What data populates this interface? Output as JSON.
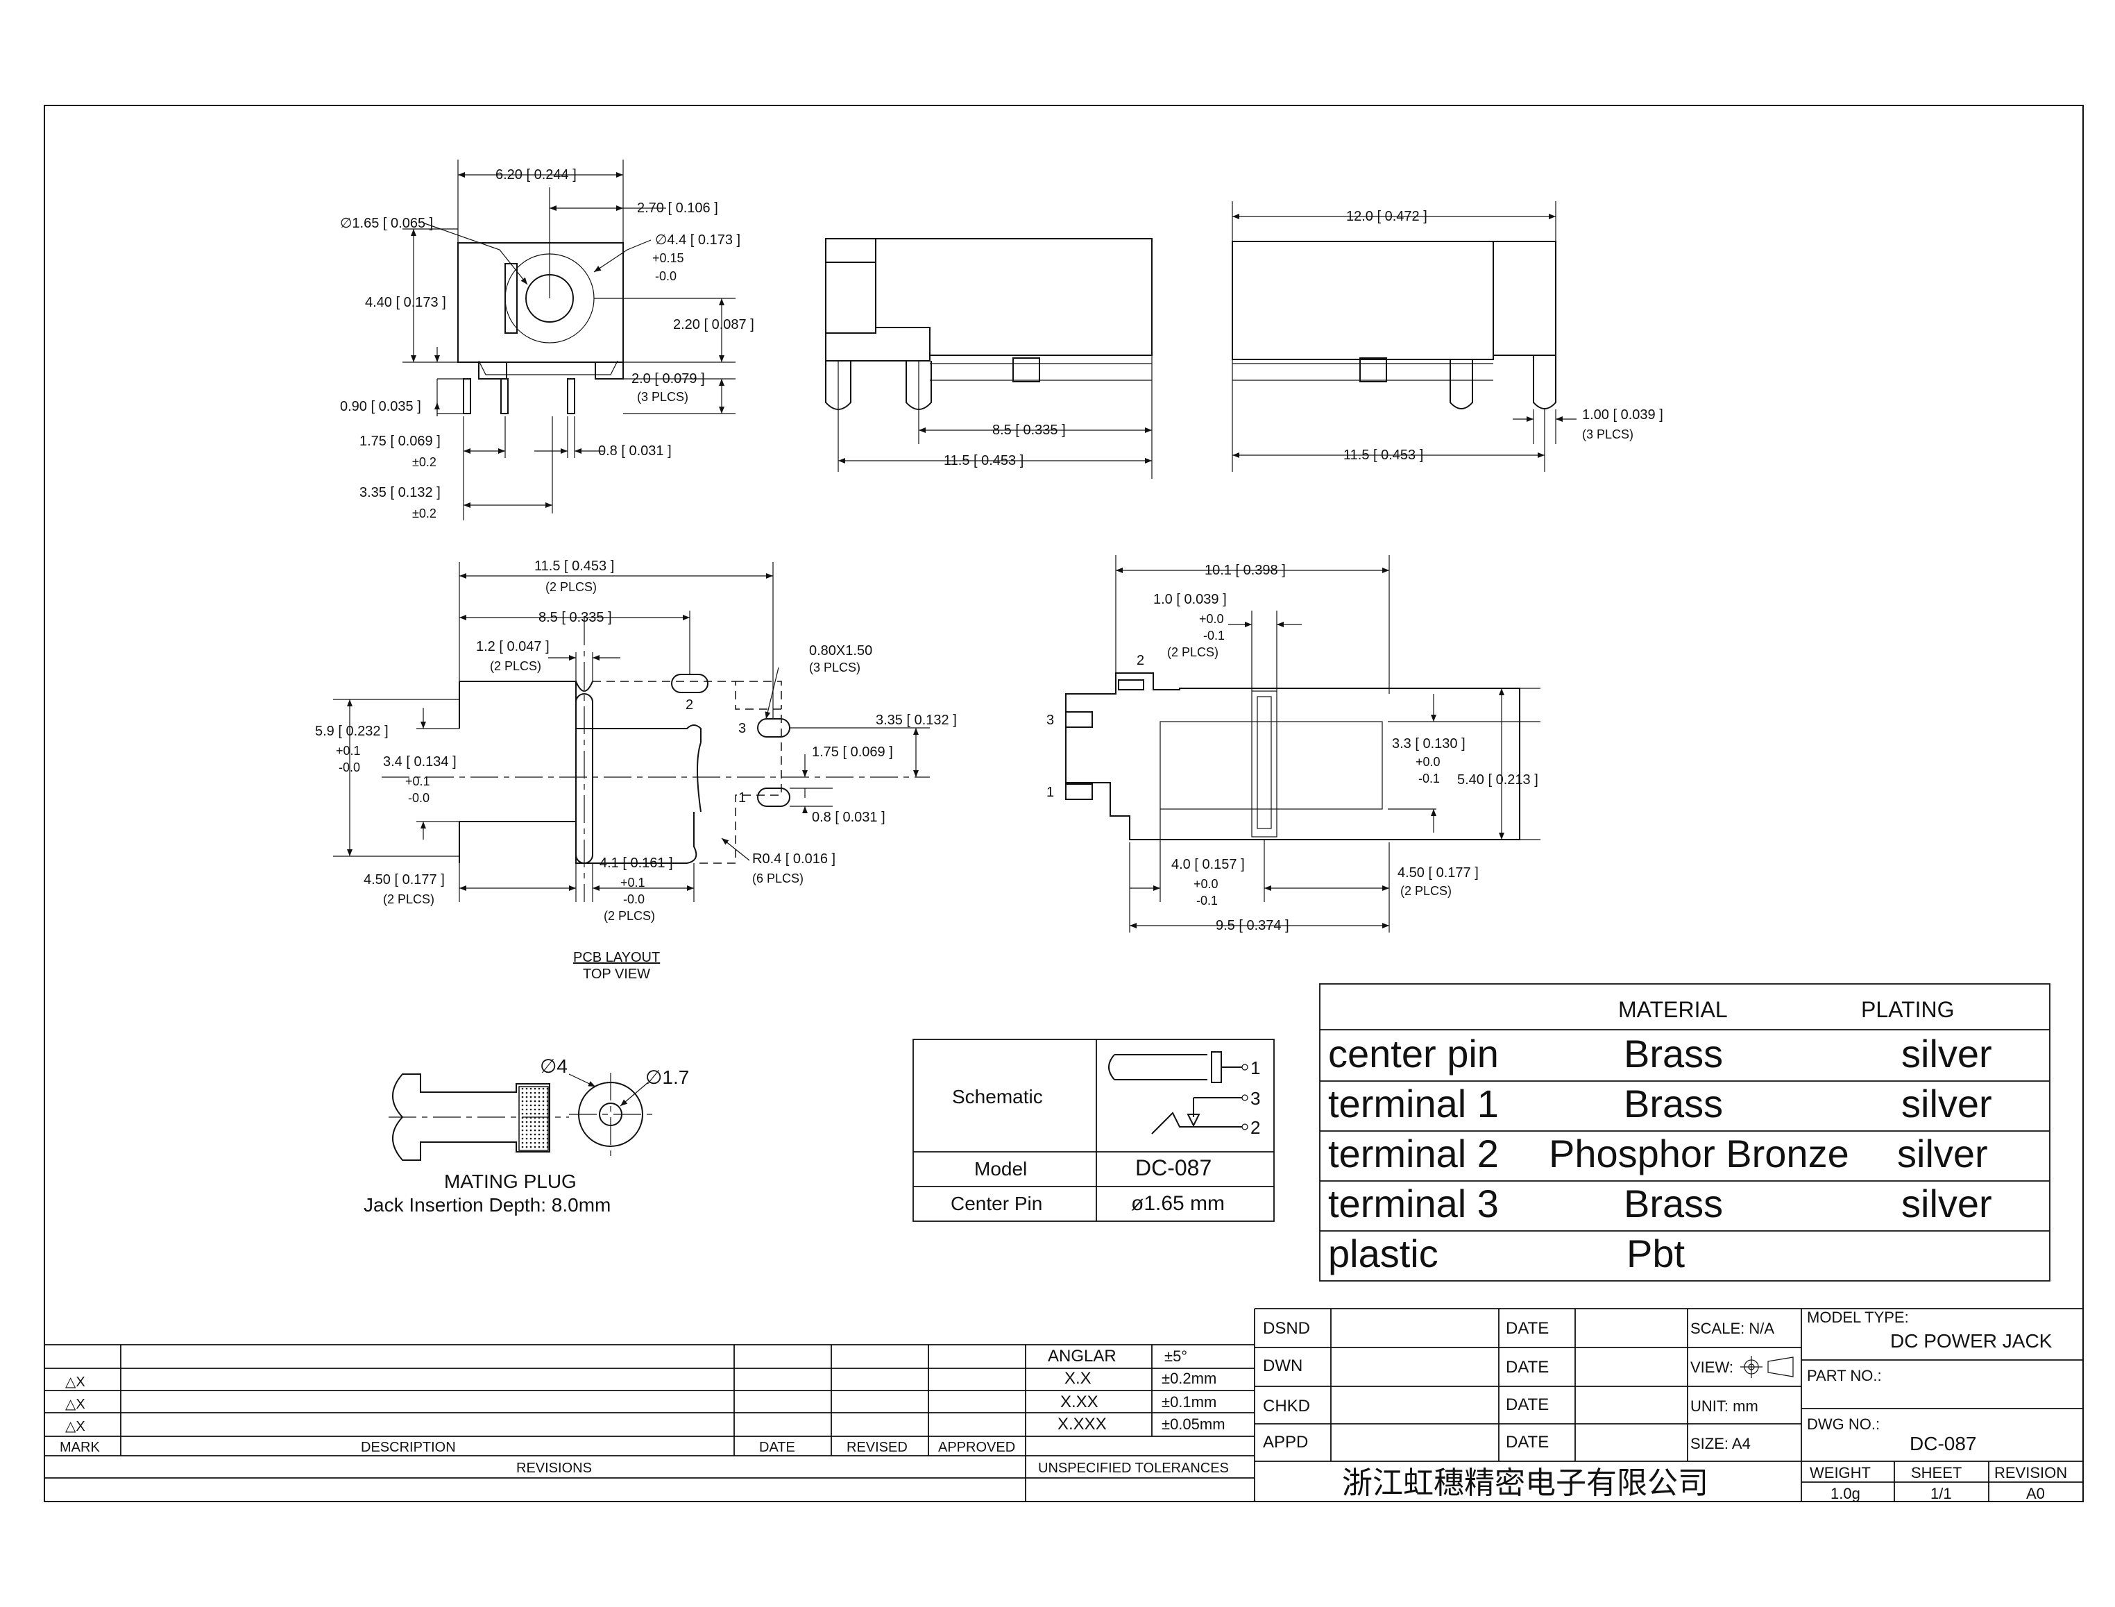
{
  "dimensions": {
    "front": {
      "w620": "6.20 [ 0.244 ]",
      "w270": "2.70 [ 0.106 ]",
      "d165": "∅1.65 [ 0.065 ]",
      "d44": "∅4.4 [ 0.173 ]",
      "d44_tol_plus": "+0.15",
      "d44_tol_minus": "-0.0",
      "h440": "4.40 [ 0.173 ]",
      "h220": "2.20 [ 0.087 ]",
      "h20": "2.0 [ 0.079 ]",
      "h20_note": "(3 PLCS)",
      "h090": "0.90 [ 0.035 ]",
      "w175": "1.75 [ 0.069 ]",
      "w175_tol": "±0.2",
      "w08": "0.8 [ 0.031 ]",
      "w335": "3.35 [ 0.132 ]",
      "w335_tol": "±0.2"
    },
    "side": {
      "w85": "8.5 [ 0.335 ]",
      "w115": "11.5 [ 0.453 ]"
    },
    "rear": {
      "w120": "12.0 [ 0.472 ]",
      "w115": "11.5 [ 0.453 ]",
      "w100": "1.00 [ 0.039 ]",
      "w100_note": "(3 PLCS)"
    },
    "pcb": {
      "w115": "11.5 [ 0.453 ]",
      "w115_note": "(2 PLCS)",
      "w85": "8.5 [ 0.335 ]",
      "w12": "1.2 [ 0.047 ]",
      "w12_note": "(2 PLCS)",
      "slot": "0.80X1.50",
      "slot_note": "(3 PLCS)",
      "h335": "3.35 [ 0.132 ]",
      "h175": "1.75 [ 0.069 ]",
      "h08": "0.8 [ 0.031 ]",
      "h59": "5.9 [ 0.232 ]",
      "h59_tp": "+0.1",
      "h59_tm": "-0.0",
      "h34": "3.4 [ 0.134 ]",
      "h34_tp": "+0.1",
      "h34_tm": "-0.0",
      "w450": "4.50 [ 0.177 ]",
      "w450_note": "(2 PLCS)",
      "w41": "4.1 [ 0.161 ]",
      "w41_tp": "+0.1",
      "w41_tm": "-0.0",
      "w41_note": "(2 PLCS)",
      "r04": "R0.4 [ 0.016 ]",
      "r04_note": "(6 PLCS)",
      "pin1": "1",
      "pin2": "2",
      "pin3": "3",
      "caption1": "PCB LAYOUT",
      "caption2": "TOP VIEW"
    },
    "bottom": {
      "w101": "10.1 [ 0.398 ]",
      "w10": "1.0 [ 0.039 ]",
      "w10_tp": "+0.0",
      "w10_tm": "-0.1",
      "w10_note": "(2 PLCS)",
      "h33": "3.3 [ 0.130 ]",
      "h33_tp": "+0.0",
      "h33_tm": "-0.1",
      "h540": "5.40 [ 0.213 ]",
      "w40": "4.0 [ 0.157 ]",
      "w40_tp": "+0.0",
      "w40_tm": "-0.1",
      "w450": "4.50 [ 0.177 ]",
      "w450_note": "(2 PLCS)",
      "w95": "9.5 [ 0.374 ]",
      "pin1": "1",
      "pin2": "2",
      "pin3": "3"
    }
  },
  "plug": {
    "d4": "∅4",
    "d17": "∅1.7",
    "title": "MATING PLUG",
    "depth": "Jack Insertion Depth: 8.0mm"
  },
  "schematic_table": {
    "schematic_label": "Schematic",
    "pins": [
      "1",
      "3",
      "2"
    ],
    "model_label": "Model",
    "model_value": "DC-087",
    "center_pin_label": "Center Pin",
    "center_pin_value": "ø1.65 mm"
  },
  "materials": {
    "headers": {
      "material": "MATERIAL",
      "plating": "PLATING"
    },
    "rows": [
      {
        "part": "center pin",
        "material": "Brass",
        "plating": "silver"
      },
      {
        "part": "terminal 1",
        "material": "Brass",
        "plating": "silver"
      },
      {
        "part": "terminal 2",
        "material": "Phosphor Bronze",
        "plating": "silver"
      },
      {
        "part": "terminal 3",
        "material": "Brass",
        "plating": "silver"
      },
      {
        "part": "plastic",
        "material": "Pbt",
        "plating": ""
      }
    ]
  },
  "title_block": {
    "revisions": {
      "marks": [
        "△X",
        "△X",
        "△X"
      ],
      "headers": {
        "mark": "MARK",
        "description": "DESCRIPTION",
        "date": "DATE",
        "revised": "REVISED",
        "approved": "APPROVED"
      },
      "footer": "REVISIONS"
    },
    "tolerances": {
      "rows": [
        {
          "label": "ANGLAR",
          "value": "±5°"
        },
        {
          "label": "X.X",
          "value": "±0.2mm"
        },
        {
          "label": "X.XX",
          "value": "±0.1mm"
        },
        {
          "label": "X.XXX",
          "value": "±0.05mm"
        }
      ],
      "footer": "UNSPECIFIED TOLERANCES"
    },
    "signoffs": [
      {
        "role": "DSND",
        "date_label": "DATE"
      },
      {
        "role": "DWN",
        "date_label": "DATE"
      },
      {
        "role": "CHKD",
        "date_label": "DATE"
      },
      {
        "role": "APPD",
        "date_label": "DATE"
      }
    ],
    "scale": "SCALE: N/A",
    "view": "VIEW:",
    "unit": "UNIT: mm",
    "size": "SIZE: A4",
    "company": "浙江虹穗精密电子有限公司",
    "model_type_label": "MODEL TYPE:",
    "model_type_value": "DC POWER JACK",
    "part_no_label": "PART NO.:",
    "dwg_no_label": "DWG NO.:",
    "dwg_no_value": "DC-087",
    "weight_label": "WEIGHT",
    "weight_value": "1.0g",
    "sheet_label": "SHEET",
    "sheet_value": "1/1",
    "revision_label": "REVISION",
    "revision_value": "A0"
  }
}
